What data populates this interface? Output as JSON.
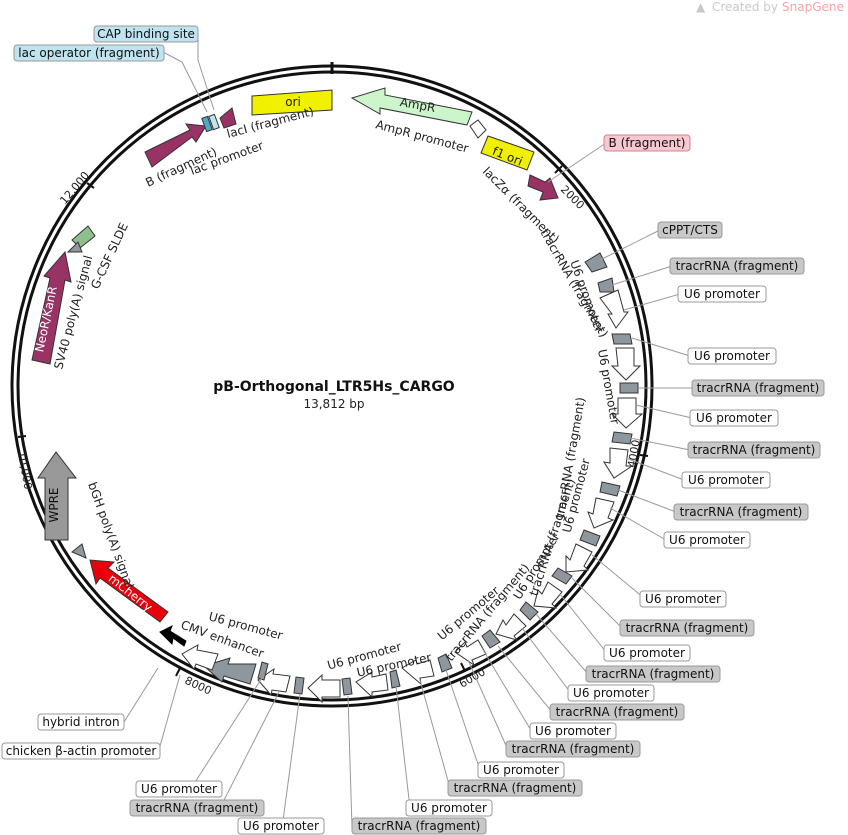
{
  "credit": {
    "prefix": "Created by ",
    "brand": "SnapGene"
  },
  "plasmid": {
    "name": "pB-Orthogonal_LTR5Hs_CARGO",
    "size": "13,812 bp"
  },
  "ticks": [
    "2000",
    "4000",
    "6000",
    "8000",
    "10,000",
    "12,000"
  ],
  "features": [
    {
      "label": "ori",
      "color": "#f0f000"
    },
    {
      "label": "AmpR",
      "color": "#ccf5cc"
    },
    {
      "label": "f1 ori",
      "color": "#f0f000"
    },
    {
      "label": "NeoR/KanR",
      "color": "#993366"
    },
    {
      "label": "WPRE",
      "color": "#999999"
    },
    {
      "label": "mCherry",
      "color": "#e8000b"
    }
  ],
  "inner_labels": [
    "lacI (fragment)",
    "lac promoter",
    "B (fragment)",
    "AmpR promoter",
    "lacZα (fragment)",
    "tracrRNA (fragment)",
    "U6 promoter",
    "U6 promoter",
    "tracrRNA (fragment)",
    "U6 promoter",
    "tracrRNA (fragment)",
    "U6 promoter",
    "tracrRNA (fragment)",
    "U6 promoter",
    "U6 promoter",
    "U6 promoter",
    "U6 promoter",
    "CMV enhancer",
    "bGH poly(A) signal",
    "SV40 poly(A) signal",
    "G-CSF SLDE"
  ],
  "callouts": [
    {
      "text": "CAP binding site",
      "style": "blue"
    },
    {
      "text": "lac operator (fragment)",
      "style": "blue"
    },
    {
      "text": "B (fragment)",
      "style": "pink"
    },
    {
      "text": "cPPT/CTS",
      "style": "gray"
    },
    {
      "text": "tracrRNA (fragment)",
      "style": "gray"
    },
    {
      "text": "U6 promoter",
      "style": "white"
    },
    {
      "text": "U6 promoter",
      "style": "white"
    },
    {
      "text": "tracrRNA (fragment)",
      "style": "gray"
    },
    {
      "text": "U6 promoter",
      "style": "white"
    },
    {
      "text": "tracrRNA (fragment)",
      "style": "gray"
    },
    {
      "text": "U6 promoter",
      "style": "white"
    },
    {
      "text": "tracrRNA (fragment)",
      "style": "gray"
    },
    {
      "text": "U6 promoter",
      "style": "white"
    },
    {
      "text": "U6 promoter",
      "style": "white"
    },
    {
      "text": "tracrRNA (fragment)",
      "style": "gray"
    },
    {
      "text": "U6 promoter",
      "style": "white"
    },
    {
      "text": "tracrRNA (fragment)",
      "style": "gray"
    },
    {
      "text": "U6 promoter",
      "style": "white"
    },
    {
      "text": "tracrRNA (fragment)",
      "style": "gray"
    },
    {
      "text": "tracrRNA (fragment)",
      "style": "gray"
    },
    {
      "text": "U6 promoter",
      "style": "white"
    },
    {
      "text": "tracrRNA (fragment)",
      "style": "gray"
    },
    {
      "text": "U6 promoter",
      "style": "white"
    },
    {
      "text": "tracrRNA (fragment)",
      "style": "gray"
    },
    {
      "text": "U6 promoter",
      "style": "white"
    },
    {
      "text": "U6 promoter",
      "style": "white"
    },
    {
      "text": "tracrRNA (fragment)",
      "style": "gray"
    },
    {
      "text": "chicken β-actin promoter",
      "style": "white"
    },
    {
      "text": "hybrid intron",
      "style": "white"
    }
  ],
  "colors": {
    "blue_box": "#bfe3ef",
    "pink_box": "#f8c7d2",
    "gray_box": "#c8c8c8",
    "white_box": "#ffffff",
    "backbone": "#111111",
    "u6_arrow": "#ffffff",
    "tracr_arrow": "#8f979e",
    "purple_arrow": "#993366",
    "green_arrow": "#8fbf8f",
    "cmv_arrow": "#000000"
  }
}
